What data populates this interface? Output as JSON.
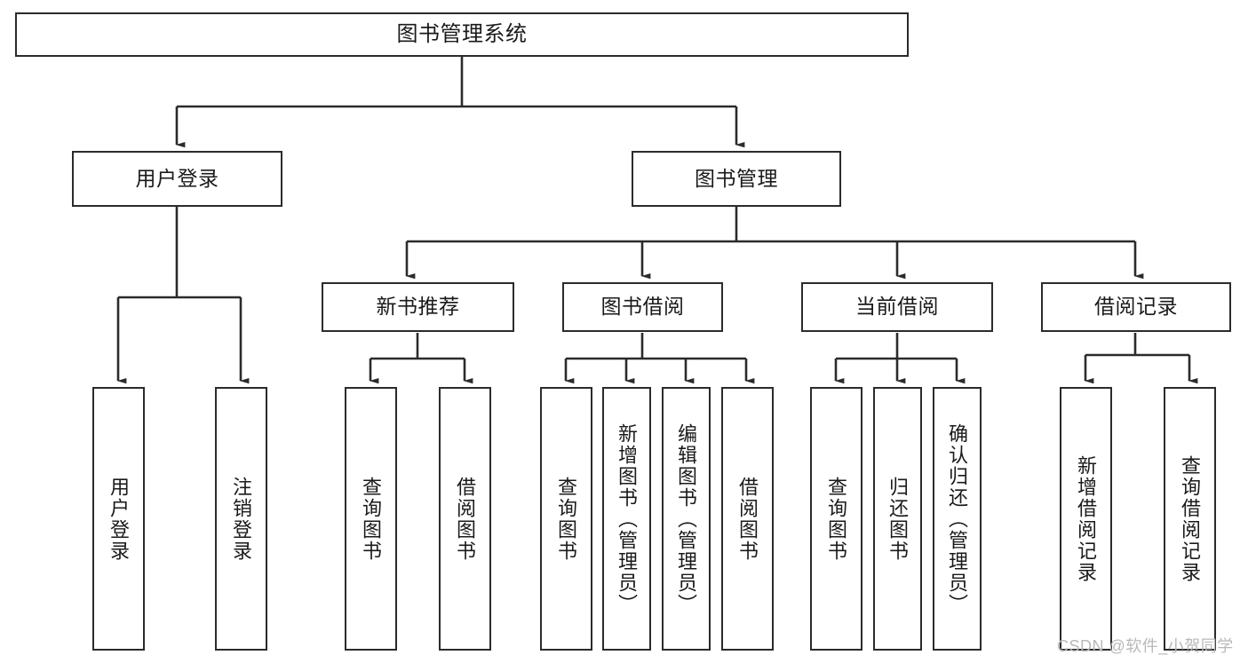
{
  "diagram": {
    "title": "图书管理系统",
    "watermark": "CSDN @软件_小贺同学",
    "colors": {
      "stroke": "#2b2b2b",
      "fill": "#ffffff",
      "text": "#1a1a1a",
      "watermark": "#b9b9b9"
    },
    "root": {
      "label": "图书管理系统"
    },
    "level1": [
      {
        "label": "用户登录"
      },
      {
        "label": "图书管理"
      }
    ],
    "level2": [
      {
        "label": "新书推荐"
      },
      {
        "label": "图书借阅"
      },
      {
        "label": "当前借阅"
      },
      {
        "label": "借阅记录"
      }
    ],
    "leaves": {
      "user_login": [
        {
          "label": "用户登录"
        },
        {
          "label": "注销登录"
        }
      ],
      "new_book": [
        {
          "label": "查询图书"
        },
        {
          "label": "借阅图书"
        }
      ],
      "borrow": [
        {
          "label": "查询图书"
        },
        {
          "label": "新增图书（管理员）"
        },
        {
          "label": "编辑图书（管理员）"
        },
        {
          "label": "借阅图书"
        }
      ],
      "current": [
        {
          "label": "查询图书"
        },
        {
          "label": "归还图书"
        },
        {
          "label": "确认归还（管理员）"
        }
      ],
      "records": [
        {
          "label": "新增借阅记录"
        },
        {
          "label": "查询借阅记录"
        }
      ]
    }
  }
}
